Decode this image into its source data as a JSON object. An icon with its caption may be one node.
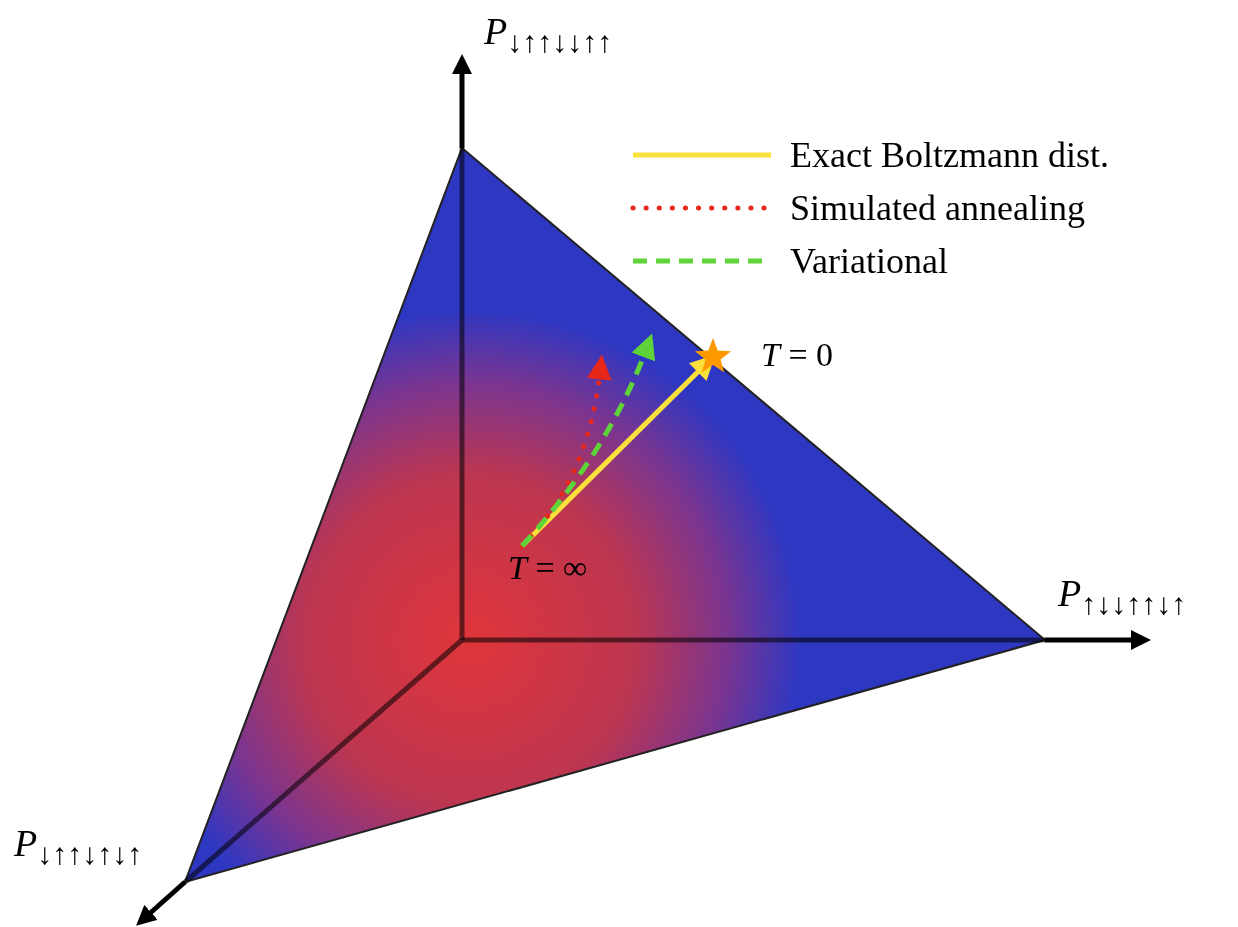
{
  "diagram": {
    "nodes": [
      {
        "text": [
          "*T* = ∞"
        ]
      },
      {
        "text": [],
        "shape": "star",
        "beside": [
          "*T* = 0"
        ]
      }
    ],
    "edges": [
      {
        "from": 0,
        "to": 1,
        "arrow": "to",
        "color": "#f9e03a"
      },
      {
        "from": 0,
        "to": null,
        "arrow": "to",
        "style": "dashed",
        "color": "#e8271b"
      },
      {
        "from": 0,
        "to": null,
        "arrow": "to",
        "style": "dashed",
        "color": "#5fd43a"
      }
    ],
    "labels": [
      "*P*$_{↓↑↑↓↓↑↑}$",
      "*P*$_{↑↓↓↑↑↓↑}$",
      "*P*$_{↓↑↑↓↑↓↑}$"
    ],
    "legend": [
      {
        "text": "Exact Boltzmann dist."
      },
      {
        "text": "Simulated annealing"
      },
      {
        "text": "Variational"
      }
    ]
  }
}
